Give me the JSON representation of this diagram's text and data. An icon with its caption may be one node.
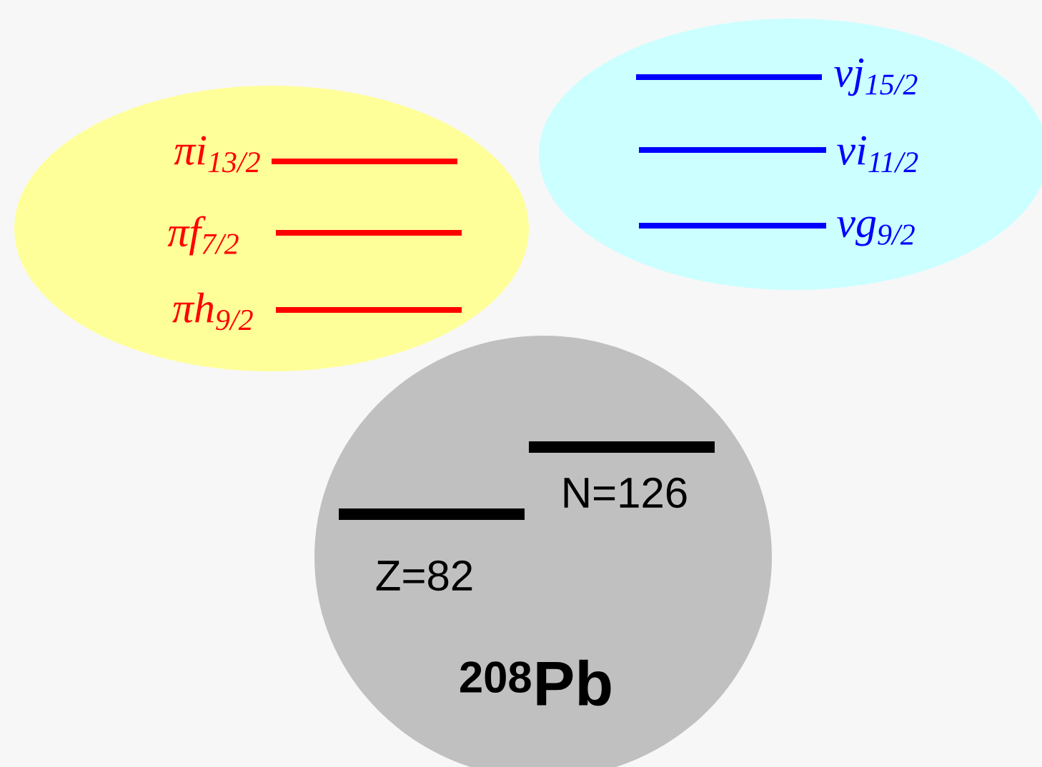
{
  "diagram": {
    "nodes": [
      {
        "text": [
          "πi$_{13/2}$",
          "πf$_{7/2}$",
          "πh$_{9/2}$"
        ]
      },
      {
        "text": [
          "νj$_{15/2}$",
          "νi$_{11/2}$",
          "νg$_{9/2}$"
        ]
      },
      {
        "text": [
          "N=126",
          "Z=82",
          "$^{208}$Pb"
        ]
      }
    ]
  }
}
